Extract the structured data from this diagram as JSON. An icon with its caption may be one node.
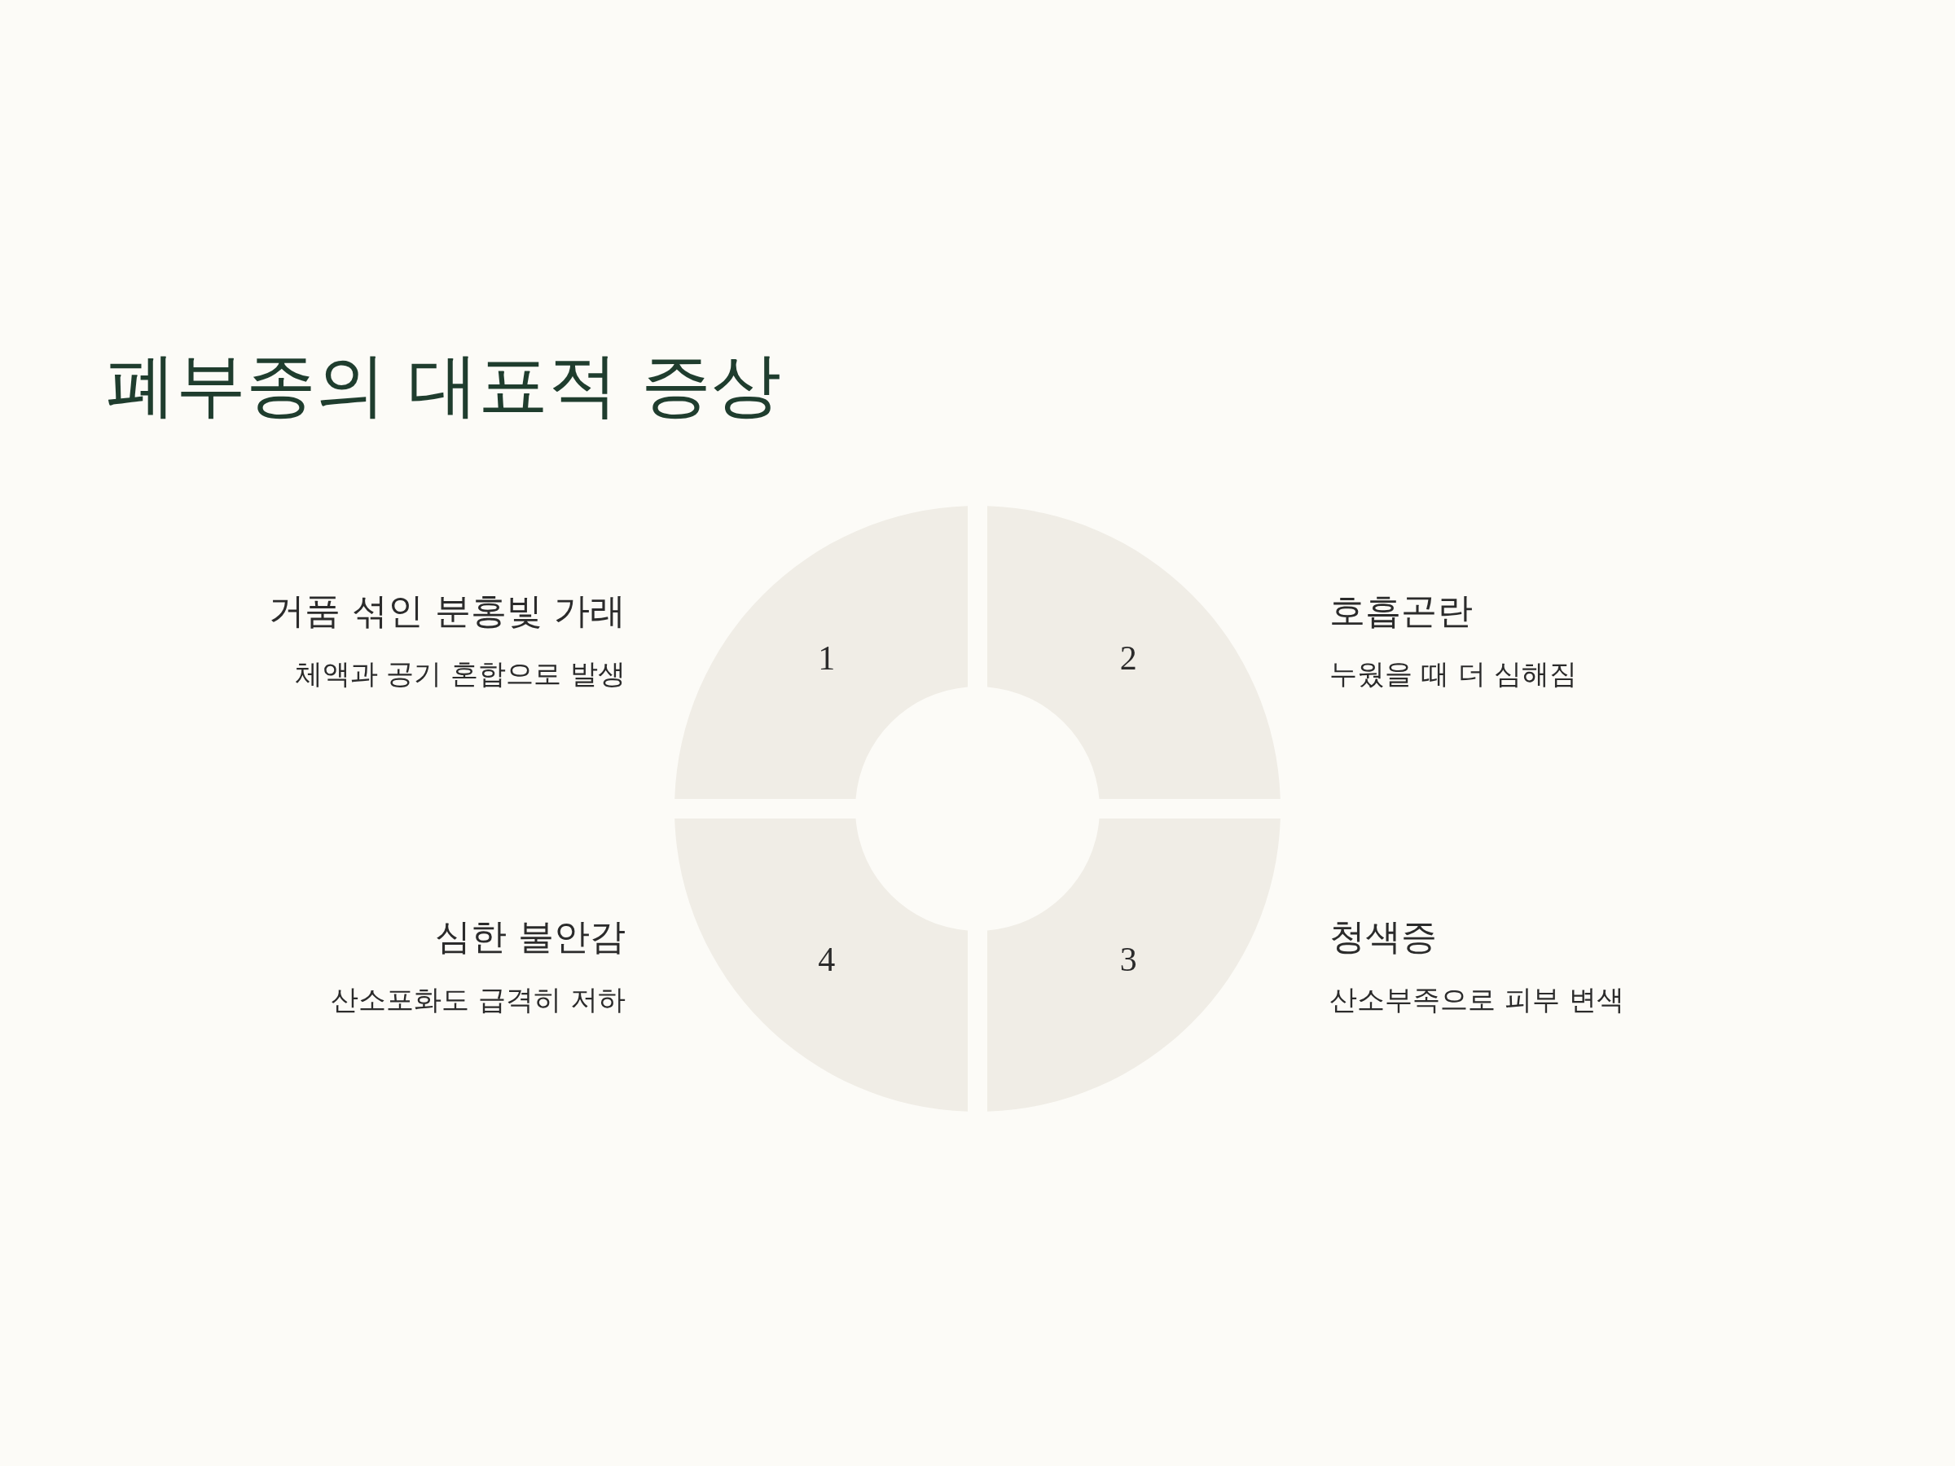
{
  "diagram": {
    "title": "폐부종의 대표적 증상",
    "nodes": [
      {
        "text": [
          "1"
        ],
        "beside": [
          "거품 섞인 분홍빛 가래",
          "체액과 공기 혼합으로 발생"
        ]
      },
      {
        "text": [
          "2"
        ],
        "beside": [
          "호흡곤란",
          "누웠을 때 더 심해짐"
        ]
      },
      {
        "text": [
          "3"
        ],
        "beside": [
          "청색증",
          "산소부족으로 피부 변색"
        ]
      },
      {
        "text": [
          "4"
        ],
        "beside": [
          "심한 불안감",
          "산소포화도 급격히 저하"
        ]
      }
    ]
  }
}
